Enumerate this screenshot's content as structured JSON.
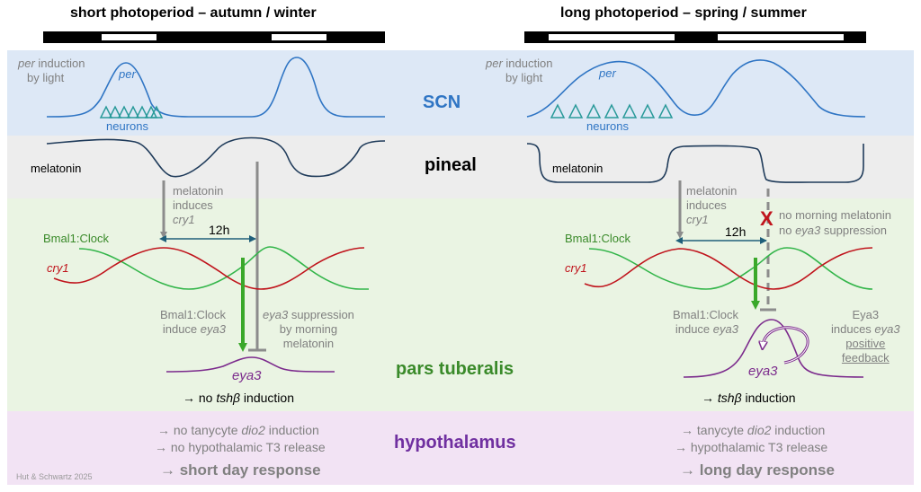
{
  "left": {
    "title": "short photoperiod – autumn / winter",
    "per_induction": [
      "per",
      " induction",
      "by light"
    ],
    "per_label": "per",
    "neurons": "neurons",
    "melatonin": "melatonin",
    "melatonin_induces": [
      "melatonin",
      "induces",
      "cry1"
    ],
    "interval": "12h",
    "bmal": "Bmal1:Clock",
    "cry1": "cry1",
    "bmal_induce": [
      "Bmal1:Clock",
      "induce ",
      "eya3"
    ],
    "suppression": [
      " suppression",
      "by morning",
      "melatonin"
    ],
    "suppression_gene": "eya3",
    "eya3": "eya3",
    "tsh_prefix": "→ no ",
    "tsh_gene": "tshβ",
    "tsh_suffix": " induction",
    "hypo1_prefix": "→ no tanycyte ",
    "hypo1_gene": "dio2",
    "hypo1_suffix": " induction",
    "hypo2": "→ no hypothalamic T3 release",
    "response": "→ short day response"
  },
  "right": {
    "title": "long photoperiod – spring / summer",
    "per_induction": [
      "per",
      " induction",
      "by light"
    ],
    "per_label": "per",
    "neurons": "neurons",
    "melatonin": "melatonin",
    "melatonin_induces": [
      "melatonin",
      "induces",
      "cry1"
    ],
    "interval": "12h",
    "bmal": "Bmal1:Clock",
    "cry1": "cry1",
    "bmal_induce": [
      "Bmal1:Clock",
      "induce ",
      "eya3"
    ],
    "no_morning": [
      "no morning melatonin",
      "no ",
      "eya3",
      " suppression"
    ],
    "eya3_induces": [
      "Eya3",
      "induces ",
      "eya3",
      "positive",
      "feedback"
    ],
    "x_mark": "X",
    "eya3": "eya3",
    "tsh_prefix": "→ ",
    "tsh_gene": "tshβ",
    "tsh_suffix": " induction",
    "hypo1_prefix": "→ tanycyte ",
    "hypo1_gene": "dio2",
    "hypo1_suffix": " induction",
    "hypo2": "→ hypothalamic T3 release",
    "response": "→ long day response"
  },
  "regions": {
    "scn": "SCN",
    "pineal": "pineal",
    "pars_tuberalis": "pars tuberalis",
    "hypothalamus": "hypothalamus"
  },
  "credit": "Hut & Schwartz 2025",
  "colors": {
    "scn_band": "#dde8f6",
    "pineal_band": "#ededed",
    "pt_band": "#eaf4e3",
    "hypo_band": "#f2e3f4",
    "scn_text": "#2f75c4",
    "pt_text": "#3a8a2a",
    "hypo_text": "#7030a0",
    "per_curve": "#2f75c4",
    "neuron": "#2a9a9a",
    "melatonin_curve": "#1f3b5a",
    "bmal_curve": "#33b54a",
    "cry1_curve": "#c0141c",
    "eya3_curve": "#7b2a8c",
    "grey_arrow": "#8c8c8c",
    "green_arrow": "#3aa82a",
    "x_mark": "#c0141c"
  }
}
